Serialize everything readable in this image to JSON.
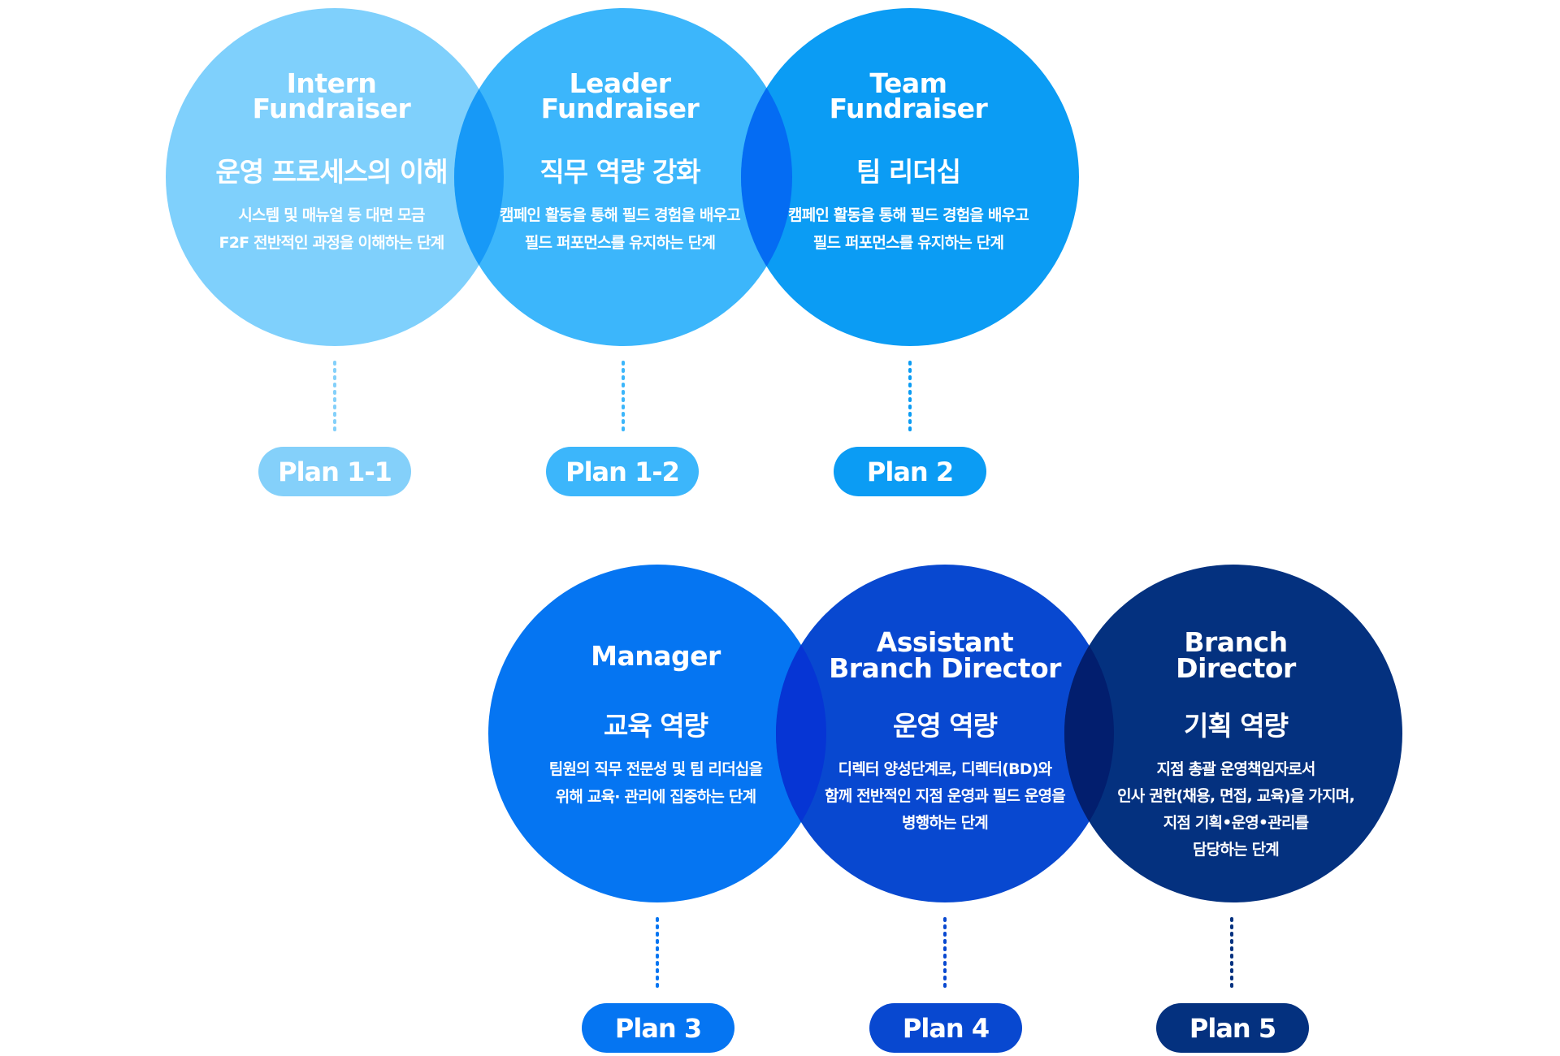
{
  "stages": [
    {
      "title_lines": [
        "Intern",
        "Fundraiser"
      ],
      "subtitle": "운영 프로세스의 이해",
      "desc_lines": [
        "시스템 및 매뉴얼 등 대면 모금",
        "F2F 전반적인 과정을 이해하는 단계"
      ],
      "plan": "Plan 1-1",
      "color": "#7fd0fc",
      "plan_color": "#84d0fa"
    },
    {
      "title_lines": [
        "Leader",
        "Fundraiser"
      ],
      "subtitle": "직무 역량 강화",
      "desc_lines": [
        "캠페인 활동을 통해 필드 경험을 배우고",
        "필드 퍼포먼스를 유지하는 단계"
      ],
      "plan": "Plan 1-2",
      "color": "#3cb6fb",
      "plan_color": "#3cb6fb"
    },
    {
      "title_lines": [
        "Team",
        "Fundraiser"
      ],
      "subtitle": "팀 리더십",
      "desc_lines": [
        "캠페인 활동을 통해 필드 경험을 배우고",
        "필드 퍼포먼스를 유지하는 단계"
      ],
      "plan": "Plan 2",
      "color": "#0b9cf4",
      "plan_color": "#0b9cf4"
    },
    {
      "title_lines": [
        "Manager"
      ],
      "subtitle": "교육 역량",
      "desc_lines": [
        "팀원의 직무 전문성 및 팀 리더십을",
        "위해 교육· 관리에 집중하는 단계"
      ],
      "plan": "Plan 3",
      "color": "#0575f2",
      "plan_color": "#0575f2"
    },
    {
      "title_lines": [
        "Assistant",
        "Branch Director"
      ],
      "subtitle": "운영 역량",
      "desc_lines": [
        "디렉터 양성단계로, 디렉터(BD)와",
        "함께 전반적인 지점 운영과 필드 운영을",
        "병행하는 단계"
      ],
      "plan": "Plan 4",
      "color": "#0848d0",
      "plan_color": "#0848d0"
    },
    {
      "title_lines": [
        "Branch",
        "Director"
      ],
      "subtitle": "기획 역량",
      "desc_lines": [
        "지점 총괄 운영책임자로서",
        "인사 권한(채용, 면접, 교육)을 가지며,",
        "지점 기획•운영•관리를",
        "담당하는 단계"
      ],
      "plan": "Plan 5",
      "color": "#04317f",
      "plan_color": "#04317f"
    }
  ],
  "overlap_colors": [
    "#1799f7",
    "#046cf3",
    "#0635d4",
    "#021e6e"
  ]
}
